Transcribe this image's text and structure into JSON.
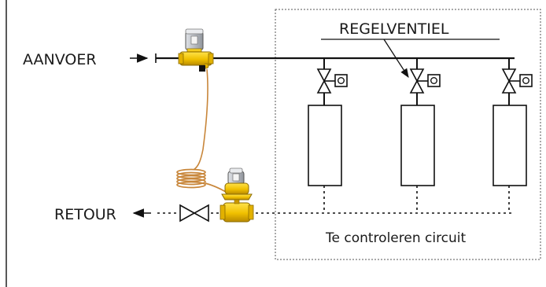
{
  "diagram": {
    "labels": {
      "supply": "AANVOER",
      "return": "RETOUR",
      "control_valve": "REGELVENTIEL",
      "circuit": "Te controleren circuit"
    },
    "colors": {
      "line": "#111111",
      "brass": "#f0c000",
      "brass_dark": "#b88a00",
      "capillary": "#c8863a",
      "actuator": "#c9ccd2"
    }
  }
}
